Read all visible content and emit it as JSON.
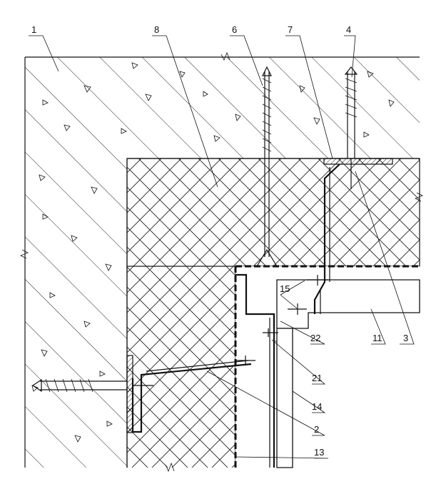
{
  "diagram": {
    "callouts": [
      {
        "id": "c1",
        "text": "1"
      },
      {
        "id": "c8",
        "text": "8"
      },
      {
        "id": "c6",
        "text": "6"
      },
      {
        "id": "c7",
        "text": "7"
      },
      {
        "id": "c4",
        "text": "4"
      },
      {
        "id": "c15",
        "text": "15"
      },
      {
        "id": "c22",
        "text": "22"
      },
      {
        "id": "c11",
        "text": "11"
      },
      {
        "id": "c3",
        "text": "3"
      },
      {
        "id": "c21",
        "text": "21"
      },
      {
        "id": "c14",
        "text": "14"
      },
      {
        "id": "c2",
        "text": "2"
      },
      {
        "id": "c13",
        "text": "13"
      }
    ]
  }
}
